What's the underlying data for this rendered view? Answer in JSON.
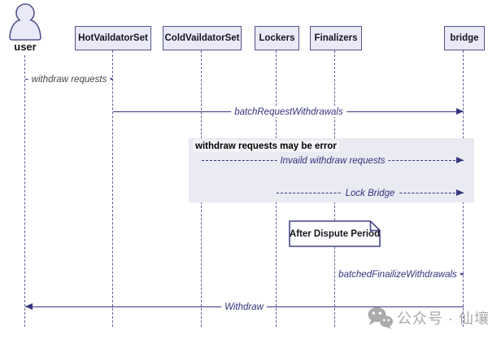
{
  "diagram_type": "sequence-diagram",
  "colors": {
    "participant_fill": "#e9e9f8",
    "participant_border": "#53538a",
    "lifeline": "#62628f",
    "signal": "#34347e",
    "message_text": "#33337d",
    "fragment_fill": "#eaeaf2",
    "note_fill": "#ffffff",
    "note_border": "#44448c",
    "watermark_gray": "#ababab"
  },
  "actors": [
    {
      "id": "user",
      "label": "user",
      "type": "person"
    },
    {
      "id": "hot-validator-set",
      "label": "HotVaildatorSet",
      "type": "participant"
    },
    {
      "id": "cold-validator-set",
      "label": "ColdVaildatorSet",
      "type": "participant"
    },
    {
      "id": "lockers",
      "label": "Lockers",
      "type": "participant"
    },
    {
      "id": "finalizers",
      "label": "Finalizers",
      "type": "participant"
    },
    {
      "id": "bridge",
      "label": "bridge",
      "type": "participant"
    }
  ],
  "messages": [
    {
      "label": "withdraw requests",
      "from": "user",
      "to": "HotVaildatorSet",
      "line": "solid"
    },
    {
      "label": "batchRequestWithdrawals",
      "from": "HotVaildatorSet",
      "to": "bridge",
      "line": "solid"
    },
    {
      "label": "Invaild withdraw requests",
      "from": "ColdVaildatorSet",
      "to": "bridge",
      "line": "dashed"
    },
    {
      "label": "Lock Bridge",
      "from": "Lockers",
      "to": "bridge",
      "line": "dashed"
    },
    {
      "label": "batchedFinailizeWithdrawals",
      "from": "Finalizers",
      "to": "bridge",
      "line": "dashed"
    },
    {
      "label": "Withdraw",
      "from": "bridge",
      "to": "user",
      "line": "solid"
    }
  ],
  "fragment": {
    "label": "withdraw requests may be error"
  },
  "note": {
    "label": "After Dispute Period"
  },
  "watermark": {
    "icon": "wechat-icon",
    "text": "公众号 · 仙壤"
  }
}
